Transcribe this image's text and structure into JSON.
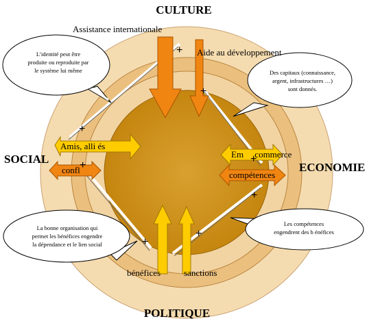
{
  "directions": {
    "top": "CULTURE",
    "left": "SOCIAL",
    "right": "ECONOMIE",
    "bottom": "POLITIQUE"
  },
  "labels": {
    "assistance": "Assistance internationale",
    "aide": "Aide au développement",
    "amis": "Amis, alli és",
    "conflits": "confl",
    "emploi": "Em     commerce",
    "competences": "compétences",
    "benefices": "bénéfices",
    "sanctions": "sanctions"
  },
  "bubbles": {
    "identite": [
      "L’identité peut être",
      "produite ou reproduite par",
      "le système lui même"
    ],
    "capitaux": [
      "Des capitaux (connaissance,",
      "argent, infrastructures …)",
      "sont donnés."
    ],
    "organisation": [
      "La bonne organisation qui",
      "permet les bénéfices engendre",
      "la dépendance et le lien social"
    ],
    "competences": [
      "Les compétences",
      "engendrent des b énéfices"
    ]
  },
  "plus_sign": "+",
  "colors": {
    "outer_ring": "#f5dcb0",
    "middle_ring": "#ebc07f",
    "core": "#cc8e18",
    "orange": "#f08512",
    "yellow": "#ffcc00"
  }
}
